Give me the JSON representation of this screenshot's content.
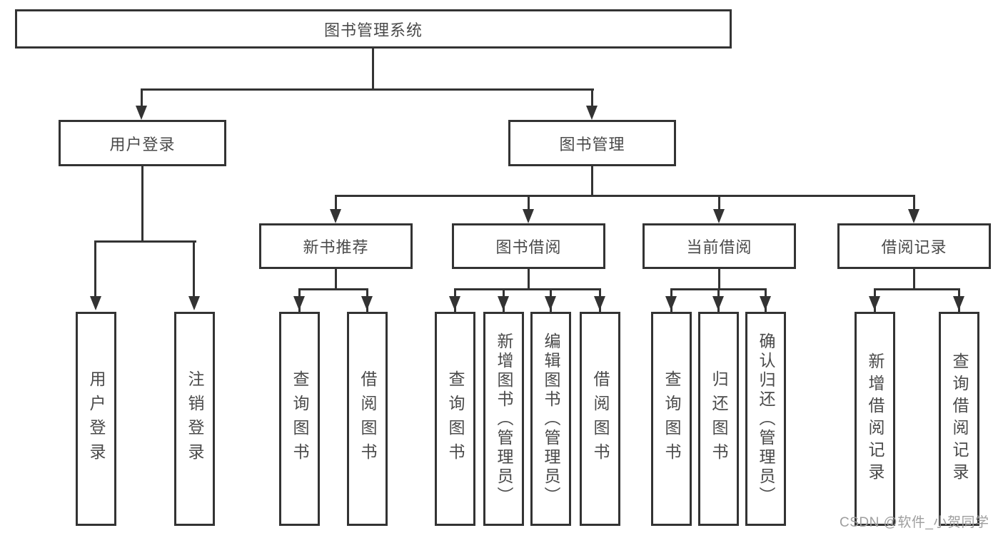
{
  "diagram_title": "图书管理系统",
  "nodes": {
    "root": {
      "label": "图书管理系统"
    },
    "user_login": {
      "label": "用户登录"
    },
    "book_management": {
      "label": "图书管理"
    },
    "new_book_recommendation": {
      "label": "新书推荐"
    },
    "book_borrowing": {
      "label": "图书借阅"
    },
    "current_borrowing": {
      "label": "当前借阅"
    },
    "borrowing_records": {
      "label": "借阅记录"
    },
    "leaf_user_login": {
      "label": "用户登录"
    },
    "leaf_logout": {
      "label": "注销登录"
    },
    "leaf_nbr_query_books": {
      "label": "查询图书"
    },
    "leaf_nbr_borrow_books": {
      "label": "借阅图书"
    },
    "leaf_bb_query_books": {
      "label": "查询图书"
    },
    "leaf_bb_add_books_admin": {
      "label": "新增图书（管理员）"
    },
    "leaf_bb_edit_books_admin": {
      "label": "编辑图书（管理员）"
    },
    "leaf_bb_borrow_books": {
      "label": "借阅图书"
    },
    "leaf_cb_query_books": {
      "label": "查询图书"
    },
    "leaf_cb_return_books": {
      "label": "归还图书"
    },
    "leaf_cb_confirm_return_admin": {
      "label": "确认归还（管理员）"
    },
    "leaf_br_add_record": {
      "label": "新增借阅记录"
    },
    "leaf_br_query_record": {
      "label": "查询借阅记录"
    }
  },
  "watermark": {
    "text": "CSDN @软件_小贺同学"
  },
  "colors": {
    "line": "#333333",
    "text": "#4a4a4a",
    "watermark": "#9e9e9e",
    "background": "#ffffff"
  }
}
